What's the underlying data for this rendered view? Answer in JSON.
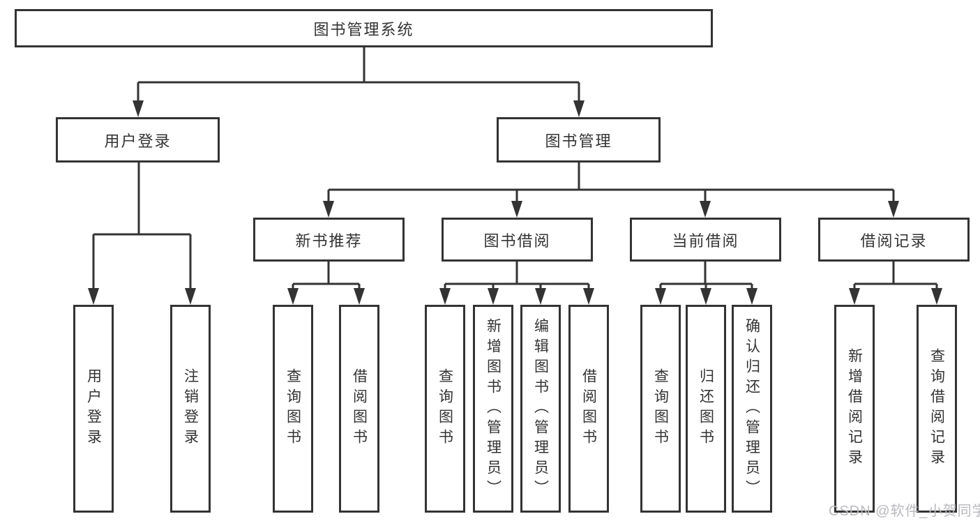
{
  "diagram": {
    "root": {
      "label": "图书管理系统"
    },
    "branches": [
      {
        "label": "用户登录",
        "children": [
          {
            "label": "用户登录"
          },
          {
            "label": "注销登录"
          }
        ]
      },
      {
        "label": "图书管理",
        "children": [
          {
            "label": "新书推荐",
            "children": [
              {
                "label": "查询图书"
              },
              {
                "label": "借阅图书"
              }
            ]
          },
          {
            "label": "图书借阅",
            "children": [
              {
                "label": "查询图书"
              },
              {
                "label": "新增图书（管理员）"
              },
              {
                "label": "编辑图书（管理员）"
              },
              {
                "label": "借阅图书"
              }
            ]
          },
          {
            "label": "当前借阅",
            "children": [
              {
                "label": "查询图书"
              },
              {
                "label": "归还图书"
              },
              {
                "label": "确认归还（管理员）"
              }
            ]
          },
          {
            "label": "借阅记录",
            "children": [
              {
                "label": "新增借阅记录"
              },
              {
                "label": "查询借阅记录"
              }
            ]
          }
        ]
      }
    ]
  },
  "watermark": {
    "text": "CSDN @软件_小贺同学"
  },
  "colors": {
    "line": "#333333",
    "text": "#333333",
    "watermark": "#b9b9be",
    "background": "#ffffff"
  }
}
